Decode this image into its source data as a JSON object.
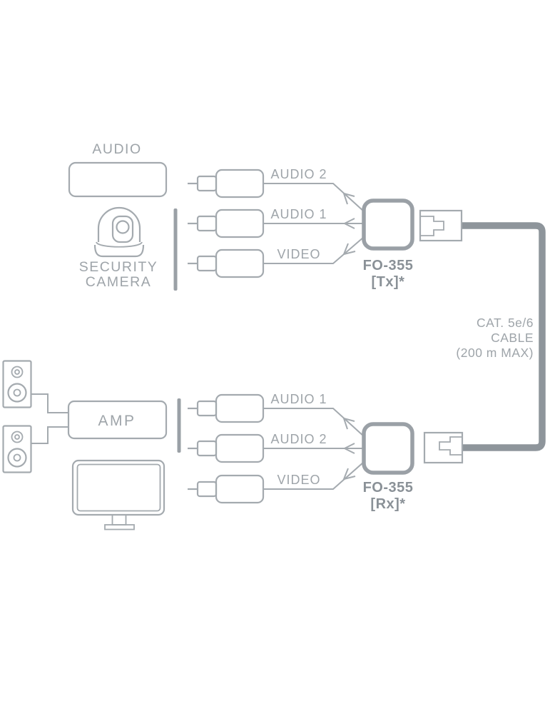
{
  "colors": {
    "background": "#ffffff",
    "line": "#a4aaaf",
    "text": "#9ea4a9",
    "bold": "#9aa0a6",
    "cable": "#8e959b",
    "boldtext": "#8a9197"
  },
  "top": {
    "audio_device_label": "AUDIO",
    "camera_label_1": "SECURITY",
    "camera_label_2": "CAMERA",
    "lines": [
      {
        "label": "AUDIO 2"
      },
      {
        "label": "AUDIO 1"
      },
      {
        "label": "VIDEO"
      }
    ],
    "unit_name": "FO-355",
    "unit_mode": "[Tx]*"
  },
  "cable": {
    "type": "CAT. 5e/6",
    "word": "CABLE",
    "limit": "(200 m MAX)"
  },
  "bottom": {
    "amp_label": "AMP",
    "lines": [
      {
        "label": "AUDIO 1"
      },
      {
        "label": "AUDIO 2"
      },
      {
        "label": "VIDEO"
      }
    ],
    "unit_name": "FO-355",
    "unit_mode": "[Rx]*"
  }
}
